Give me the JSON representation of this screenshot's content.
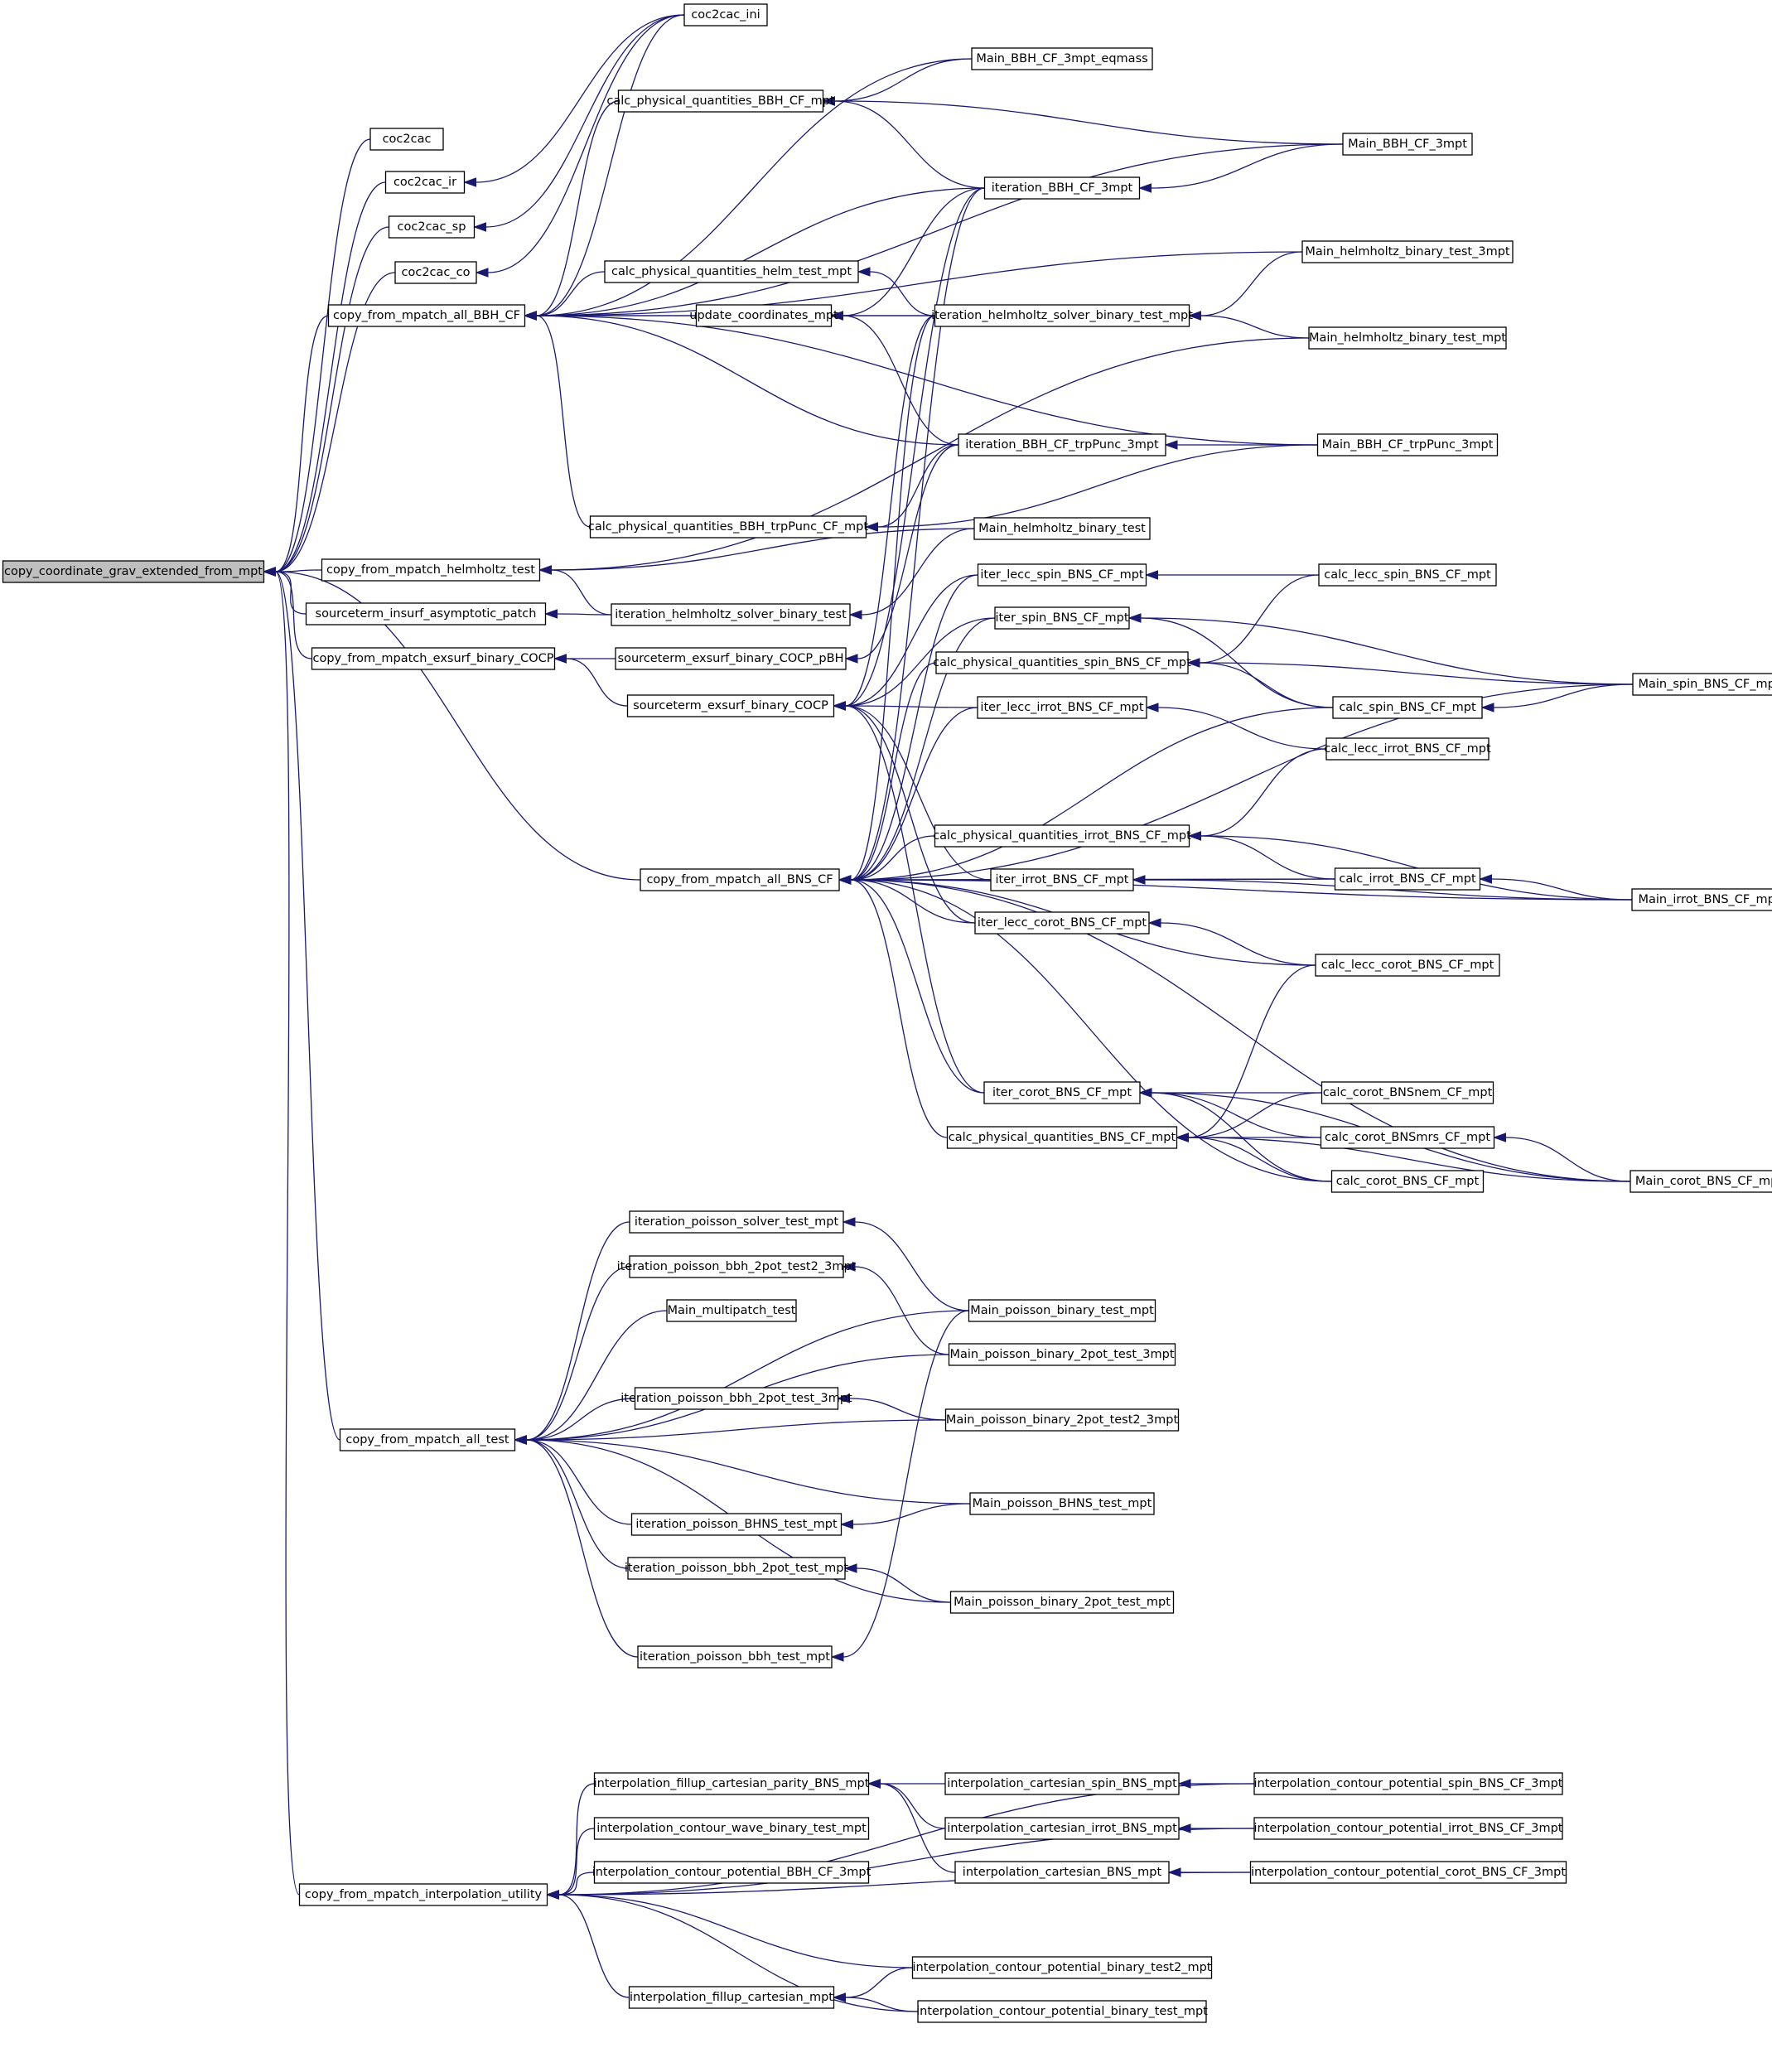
{
  "graph": {
    "root": "copy_coordinate_grav_extended_from_mpt",
    "nodes": [
      "copy_coordinate_grav_extended_from_mpt",
      "coc2cac",
      "coc2cac_ir",
      "coc2cac_sp",
      "coc2cac_co",
      "coc2cac_ini",
      "copy_from_mpatch_all_BBH_CF",
      "copy_from_mpatch_helmholtz_test",
      "sourceterm_insurf_asymptotic_patch",
      "copy_from_mpatch_exsurf_binary_COCP",
      "copy_from_mpatch_all_BNS_CF",
      "copy_from_mpatch_all_test",
      "copy_from_mpatch_interpolation_utility",
      "calc_physical_quantities_BBH_CF_mpt",
      "calc_physical_quantities_helm_test_mpt",
      "update_coordinates_mpt",
      "calc_physical_quantities_BBH_trpPunc_CF_mpt",
      "iteration_helmholtz_solver_binary_test",
      "sourceterm_exsurf_binary_COCP_pBH",
      "sourceterm_exsurf_binary_COCP",
      "Main_BBH_CF_3mpt_eqmass",
      "iteration_BBH_CF_3mpt",
      "iteration_helmholtz_solver_binary_test_mpt",
      "iteration_BBH_CF_trpPunc_3mpt",
      "Main_helmholtz_binary_test",
      "iter_lecc_spin_BNS_CF_mpt",
      "iter_spin_BNS_CF_mpt",
      "calc_physical_quantities_spin_BNS_CF_mpt",
      "iter_lecc_irrot_BNS_CF_mpt",
      "calc_physical_quantities_irrot_BNS_CF_mpt",
      "iter_irrot_BNS_CF_mpt",
      "iter_lecc_corot_BNS_CF_mpt",
      "iter_corot_BNS_CF_mpt",
      "calc_physical_quantities_BNS_CF_mpt",
      "Main_BBH_CF_3mpt",
      "Main_helmholtz_binary_test_3mpt",
      "Main_helmholtz_binary_test_mpt",
      "Main_BBH_CF_trpPunc_3mpt",
      "calc_lecc_spin_BNS_CF_mpt",
      "calc_spin_BNS_CF_mpt",
      "Main_spin_BNS_CF_mpt",
      "calc_lecc_irrot_BNS_CF_mpt",
      "calc_irrot_BNS_CF_mpt",
      "Main_irrot_BNS_CF_mpt",
      "calc_lecc_corot_BNS_CF_mpt",
      "calc_corot_BNSnem_CF_mpt",
      "calc_corot_BNSmrs_CF_mpt",
      "calc_corot_BNS_CF_mpt",
      "Main_corot_BNS_CF_mpt",
      "iteration_poisson_solver_test_mpt",
      "iteration_poisson_bbh_2pot_test2_3mpt",
      "Main_multipatch_test",
      "iteration_poisson_bbh_2pot_test_3mpt",
      "iteration_poisson_BHNS_test_mpt",
      "iteration_poisson_bbh_2pot_test_mpt",
      "iteration_poisson_bbh_test_mpt",
      "Main_poisson_binary_test_mpt",
      "Main_poisson_binary_2pot_test_3mpt",
      "Main_poisson_binary_2pot_test2_3mpt",
      "Main_poisson_BHNS_test_mpt",
      "Main_poisson_binary_2pot_test_mpt",
      "interpolation_fillup_cartesian_parity_BNS_mpt",
      "interpolation_contour_wave_binary_test_mpt",
      "interpolation_contour_potential_BBH_CF_3mpt",
      "interpolation_fillup_cartesian_mpt",
      "interpolation_cartesian_spin_BNS_mpt",
      "interpolation_cartesian_irrot_BNS_mpt",
      "interpolation_cartesian_BNS_mpt",
      "interpolation_contour_potential_binary_test2_mpt",
      "interpolation_contour_potential_binary_test_mpt",
      "interpolation_contour_potential_spin_BNS_CF_3mpt",
      "interpolation_contour_potential_irrot_BNS_CF_3mpt",
      "interpolation_contour_potential_corot_BNS_CF_3mpt"
    ],
    "edge_color": "#191970",
    "root_fill": "#bfbfbf"
  }
}
